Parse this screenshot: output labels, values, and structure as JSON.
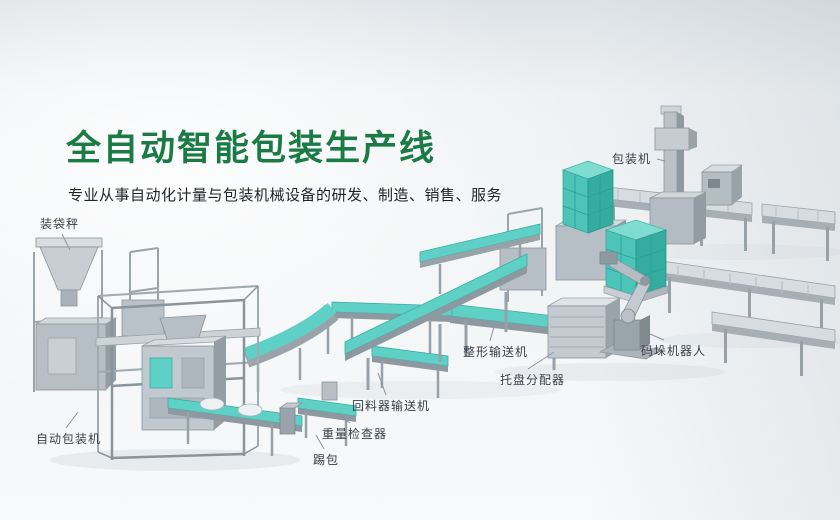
{
  "page": {
    "title": "全自动智能包装生产线",
    "subtitle": "专业从事自动化计量与包装机械设备的研发、制造、销售、服务"
  },
  "labels": [
    {
      "id": "bagging-scale",
      "text": "装袋秤"
    },
    {
      "id": "packing-machine",
      "text": "包装机"
    },
    {
      "id": "auto-packing-machine",
      "text": "自动包装机"
    },
    {
      "id": "kick-bag",
      "text": "踢包"
    },
    {
      "id": "weight-checker",
      "text": "重量检查器"
    },
    {
      "id": "return-feeder-conveyor",
      "text": "回料器输送机"
    },
    {
      "id": "shaping-conveyor",
      "text": "整形输送机"
    },
    {
      "id": "pallet-dispenser",
      "text": "托盘分配器"
    },
    {
      "id": "palletizing-robot",
      "text": "码垛机器人"
    }
  ],
  "colors": {
    "title_green": "#1b7b44",
    "accent_teal": "#5fd0c5",
    "machine_gray": "#b9c2c8",
    "label_text": "#3a4149"
  }
}
